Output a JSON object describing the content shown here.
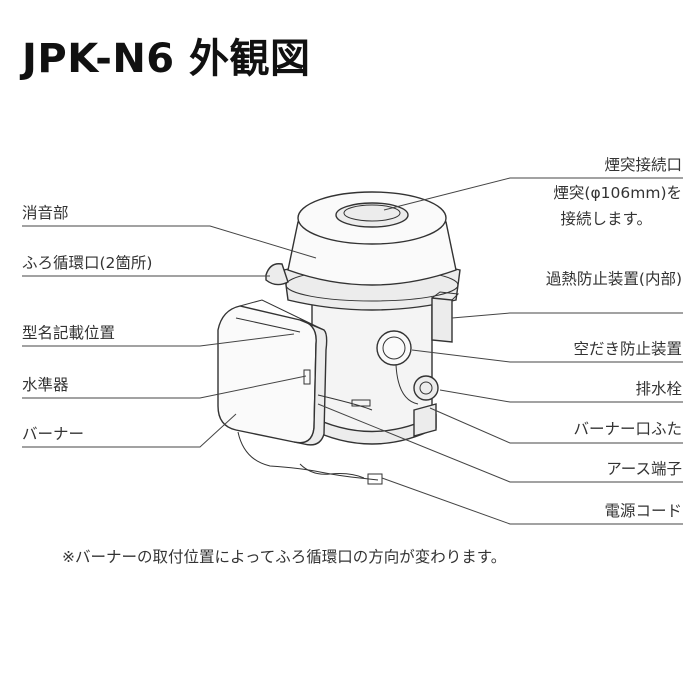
{
  "title": "JPK-N6 外観図",
  "labels": {
    "chimney_connection": "煙突接続口",
    "chimney_note_1": "煙突(φ106mm)を",
    "chimney_note_2": "接続します。",
    "silencer": "消音部",
    "bath_circulation": "ふろ循環口(2箇所)",
    "overheat_protection": "過熱防止装置(内部)",
    "model_plate": "型名記載位置",
    "dry_fire_protection": "空だき防止装置",
    "level": "水準器",
    "drain_plug": "排水栓",
    "burner": "バーナー",
    "burner_cap": "バーナー口ふた",
    "ground_terminal": "アース端子",
    "power_cord": "電源コード"
  },
  "footnote": "※バーナーの取付位置によってふろ循環口の方向が変わります。"
}
